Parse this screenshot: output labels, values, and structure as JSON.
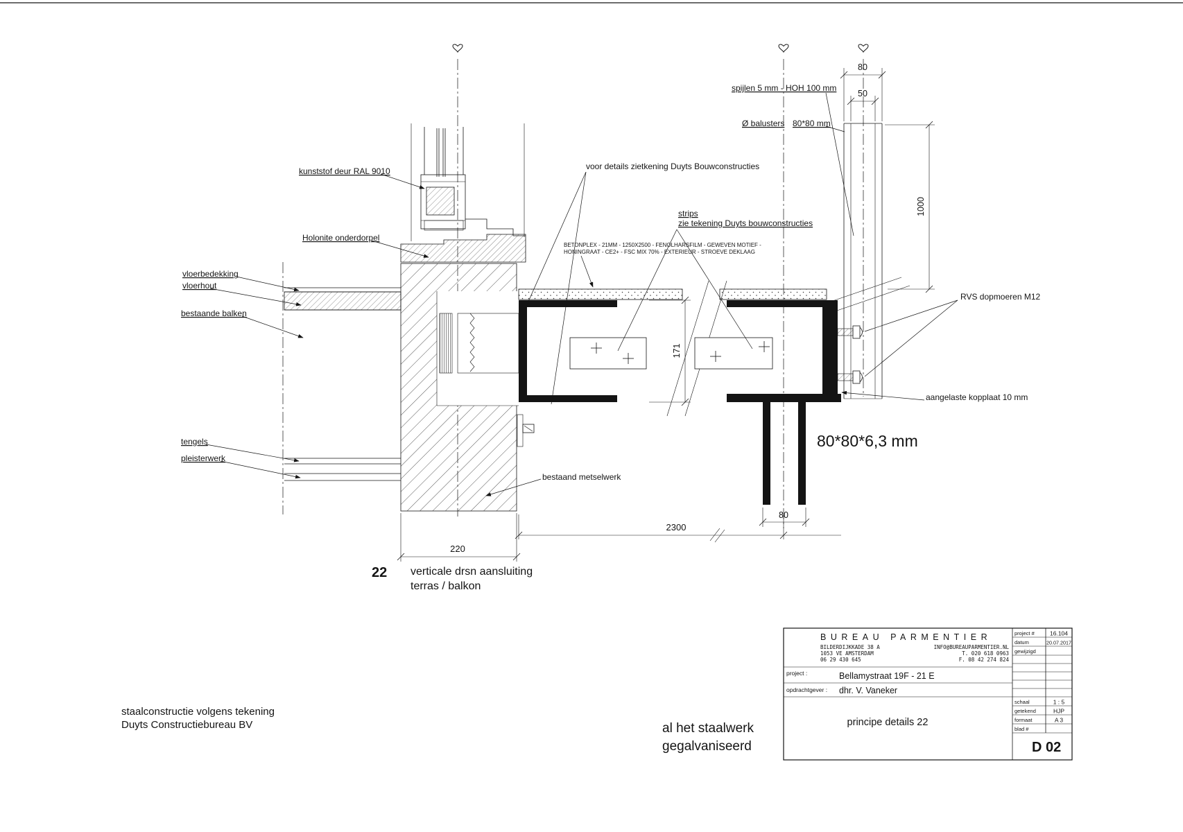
{
  "drawing": {
    "labels": {
      "kunststof_deur": "kunststof deur RAL 9010",
      "holonite": "Holonite onderdorpel",
      "vloerbedekking": "vloerbedekking",
      "vloerhout": "vloerhout",
      "bestaande_balken": "bestaande balken",
      "tengels": "tengels",
      "pleisterwerk": "pleisterwerk",
      "voor_details": "voor details zietkening Duyts Bouwconstructies",
      "strips": "strips",
      "zie_tekening": "zie tekening Duyts bouwconstructies",
      "betonplex_1": "BETONPLEX - 21MM - 1250X2500 - FENOLHARSFILM - GEWEVEN MOTIEF -",
      "betonplex_2": "HONINGRAAT - CE2+ - FSC MIX 70% - EXTERIEUR - STROEVE DEKLAAG",
      "bestaand_metselwerk": "bestaand metselwerk",
      "spijlen": "spijlen 5 mm - HOH 100 mm",
      "balusters": "Ø balusters",
      "balusters_size": "80*80 mm",
      "rvs_dopmoeren": "RVS dopmoeren M12",
      "kopplaat": "aangelaste kopplaat 10 mm",
      "profiel": "80*80*6,3 mm"
    },
    "dims": {
      "d80_top": "80",
      "d50": "50",
      "d1000": "1000",
      "d171": "171",
      "d2300": "2300",
      "d80_post": "80",
      "d220": "220"
    },
    "caption": {
      "number": "22",
      "line1": "verticale drsn aansluiting",
      "line2": "terras / balkon"
    },
    "notes": {
      "left1": "staalconstructie volgens tekening",
      "left2": "Duyts Constructiebureau BV",
      "right1": "al het staalwerk",
      "right2": "gegalvaniseerd"
    },
    "icons": {
      "section_marker": "heart"
    }
  },
  "title_block": {
    "company": "BUREAU PARMENTIER",
    "address1": "BILDERDIJKKADE 38 A",
    "address2": "1053 VE   AMSTERDAM",
    "address3": "06 29 430 645",
    "contact1": "INFO@BUREAUPARMENTIER.NL",
    "contact2": "T. 020  618 0963",
    "contact3": "F. 08 42 274 824",
    "project_label": "project :",
    "project_value": "Bellamystraat  19F - 21 E",
    "client_label": "opdrachtgever :",
    "client_value": "dhr. V. Vaneker",
    "drawing_title": "principe details  22",
    "sheet": "D 02",
    "rows": [
      {
        "label": "project #",
        "value": "16.104"
      },
      {
        "label": "datum",
        "value": "20.07.2017"
      },
      {
        "label": "gewijzigd",
        "value": ""
      },
      {
        "label": "schaal",
        "value": "1 : 5"
      },
      {
        "label": "getekend",
        "value": "HJP"
      },
      {
        "label": "formaat",
        "value": "A 3"
      },
      {
        "label": "blad #",
        "value": ""
      }
    ]
  }
}
